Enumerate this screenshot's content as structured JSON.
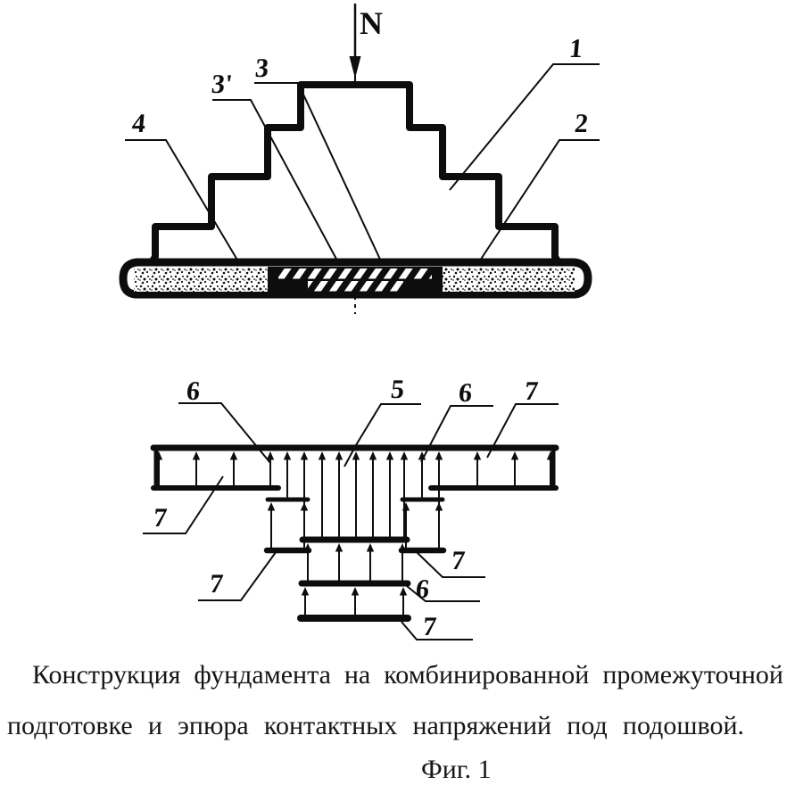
{
  "diagram": {
    "load_label": "N",
    "foundation_callouts": [
      {
        "text": "1"
      },
      {
        "text": "2"
      },
      {
        "text": "3"
      },
      {
        "text": "3'"
      },
      {
        "text": "4"
      }
    ],
    "stress_callouts": [
      {
        "text": "6"
      },
      {
        "text": "5"
      },
      {
        "text": "6"
      },
      {
        "text": "7"
      },
      {
        "text": "7"
      },
      {
        "text": "7"
      },
      {
        "text": "7"
      },
      {
        "text": "6"
      },
      {
        "text": "7"
      }
    ]
  },
  "caption": {
    "line1": "Конструкция фундамента на комбинированной промежуточной",
    "line2": "подготовке и эпюра контактных напряжений под подошвой.",
    "figure_label": "Фиг. 1"
  },
  "colors": {
    "ink": "#0d0d0d",
    "paper": "#ffffff"
  }
}
